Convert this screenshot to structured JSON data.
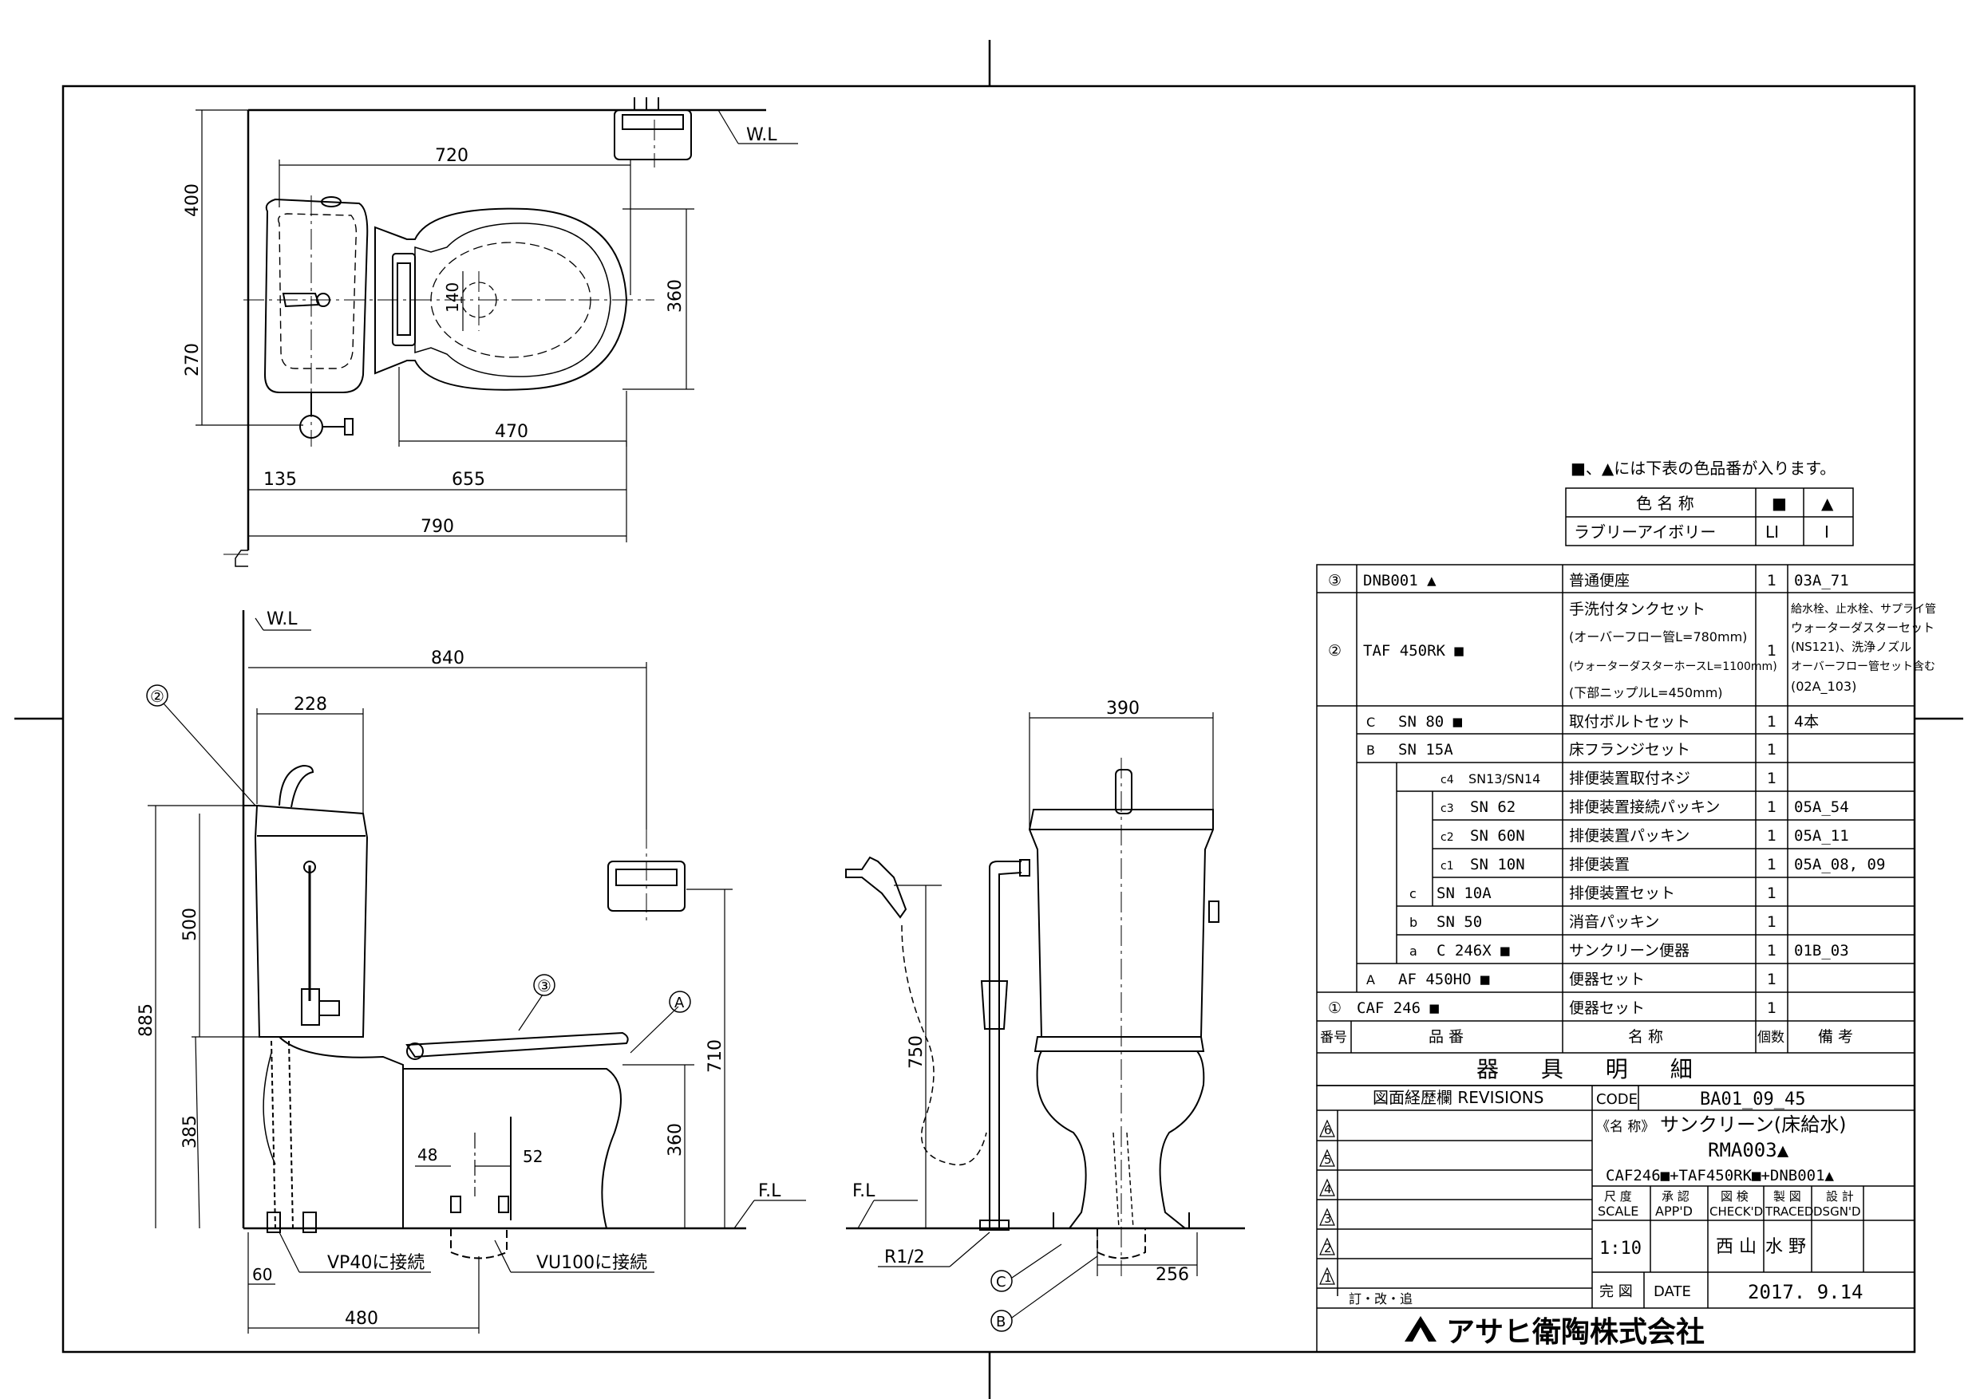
{
  "plan_view": {
    "dims": {
      "d720": "720",
      "d400": "400",
      "d270": "270",
      "d140": "140",
      "d360": "360",
      "d470": "470",
      "d135": "135",
      "d655": "655",
      "d790": "790"
    },
    "wl": "W.L"
  },
  "side_view": {
    "wl": "W.L",
    "fl": "F.L",
    "dims": {
      "d840": "840",
      "d228": "228",
      "d500": "500",
      "d885": "885",
      "d385": "385",
      "d710": "710",
      "d360": "360",
      "d48": "48",
      "d52": "52",
      "d60": "60",
      "d480": "480"
    },
    "callout_2": "②",
    "callout_3": "③",
    "callout_A": "A",
    "vp40": "VP40に接続",
    "vu100": "VU100に接続"
  },
  "front_view": {
    "fl": "F.L",
    "dims": {
      "d390": "390",
      "d750": "750",
      "d256": "256"
    },
    "r12": "R1/2",
    "callout_C": "C",
    "callout_B": "B"
  },
  "color_note": "■、▲には下表の色品番が入ります。",
  "color_table": {
    "headers": [
      "色 名 称",
      "■",
      "▲"
    ],
    "rows": [
      [
        "ラブリーアイボリー",
        "LI",
        "I"
      ]
    ]
  },
  "parts": {
    "rows": [
      {
        "no": "③",
        "part": "DNB001 ▲",
        "name": "普通便座",
        "qty": "1",
        "note": "03A_71"
      },
      {
        "no": "②",
        "part": "TAF 450RK ■",
        "name_lines": [
          "手洗付タンクセット",
          "(オーバーフロー管L=780mm)",
          "(ウォーターダスターホースL=1100mm)",
          "(下部ニップルL=450mm)"
        ],
        "qty": "1",
        "note_lines": [
          "給水栓、止水栓、サプライ管",
          "ウォーターダスターセット",
          "(NS121)、洗浄ノズル",
          "オーバーフロー管セット含む",
          "(02A_103)"
        ]
      },
      {
        "no": "C",
        "part": "SN 80 ■",
        "name": "取付ボルトセット",
        "qty": "1",
        "note": "4本"
      },
      {
        "no": "B",
        "part": "SN 15A",
        "name": "床フランジセット",
        "qty": "1",
        "note": ""
      },
      {
        "no": "c4",
        "part": "SN13/SN14",
        "name": "排便装置取付ネジ",
        "qty": "1",
        "note": ""
      },
      {
        "no": "c3",
        "part": "SN 62",
        "name": "排便装置接続パッキン",
        "qty": "1",
        "note": "05A_54"
      },
      {
        "no": "c2",
        "part": "SN 60N",
        "name": "排便装置パッキン",
        "qty": "1",
        "note": "05A_11"
      },
      {
        "no": "c1",
        "part": "SN 10N",
        "name": "排便装置",
        "qty": "1",
        "note": "05A_08, 09"
      },
      {
        "no": "c",
        "part": "SN 10A",
        "name": "排便装置セット",
        "qty": "1",
        "note": ""
      },
      {
        "no": "b",
        "part": "SN 50",
        "name": "消音パッキン",
        "qty": "1",
        "note": ""
      },
      {
        "no": "a",
        "part": "C 246X ■",
        "name": "サンクリーン便器",
        "qty": "1",
        "note": "01B_03"
      },
      {
        "no": "A",
        "part": "AF 450HO ■",
        "name": "便器セット",
        "qty": "1",
        "note": ""
      },
      {
        "no": "①",
        "part": "CAF 246 ■",
        "name": "便器セット",
        "qty": "1",
        "note": ""
      }
    ],
    "header": {
      "no": "番号",
      "part": "品 番",
      "name": "名 称",
      "qty": "個数",
      "note": "備 考"
    },
    "title": "器 具 明 細"
  },
  "title_block": {
    "revisions_label": "図面経歴欄 REVISIONS",
    "rev_marks": [
      "6",
      "5",
      "4",
      "3",
      "2",
      "1"
    ],
    "rev_footer": "訂・改・追",
    "code_label": "CODE",
    "code": "BA01_09_45",
    "name_label": "《名 称》",
    "name": "サンクリーン(床給水)",
    "model": "RMA003▲",
    "combo": "CAF246■+TAF450RK■+DNB001▲",
    "scale_head": [
      "尺 度",
      "SCALE"
    ],
    "app_head": [
      "承 認",
      "APP'D"
    ],
    "check_head": [
      "図 検",
      "CHECK'D"
    ],
    "traced_head": [
      "製 図",
      "TRACED"
    ],
    "dsgn_head": [
      "設 計",
      "DSGN'D"
    ],
    "scale": "1:10",
    "check": "西 山",
    "traced": "水 野",
    "done_label": "完 図",
    "date_label": "DATE",
    "date": "2017. 9.14",
    "company": "アサヒ衛陶株式会社"
  }
}
